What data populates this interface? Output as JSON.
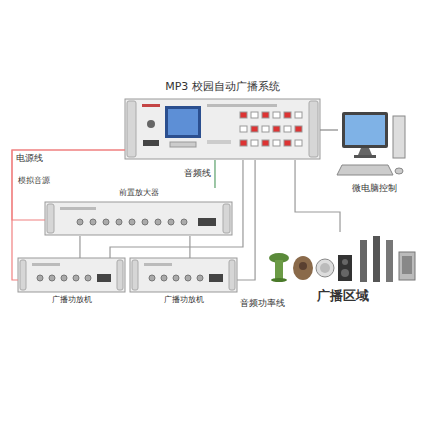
{
  "diagram": {
    "nodes": [
      {
        "text": [
          "MP3 校园自动广播系统"
        ]
      },
      {
        "text": [
          "微电脑控制"
        ]
      },
      {
        "text": [
          "前置放大器"
        ]
      },
      {
        "text": [
          "广播功放机"
        ]
      },
      {
        "text": [
          "广播功放机"
        ]
      },
      {
        "text": [
          "广播区域"
        ]
      }
    ],
    "edges": [
      {
        "from": 0,
        "to": 1,
        "arrow": "none"
      },
      {
        "from": 2,
        "to": 0,
        "label": "音频线",
        "arrow": "none"
      },
      {
        "from": 0,
        "to": 2,
        "arrow": "none"
      },
      {
        "from": 0,
        "to": 3,
        "arrow": "none"
      },
      {
        "from": 2,
        "to": 3,
        "arrow": "none"
      },
      {
        "from": 2,
        "to": 4,
        "arrow": "none"
      },
      {
        "from": 3,
        "to": 0,
        "arrow": "none"
      },
      {
        "from": 4,
        "to": 0,
        "arrow": "none"
      },
      {
        "from": 0,
        "to": 5,
        "arrow": "none"
      }
    ],
    "labels": [
      "电源线",
      "模拟音源",
      "音频功率线"
    ]
  }
}
